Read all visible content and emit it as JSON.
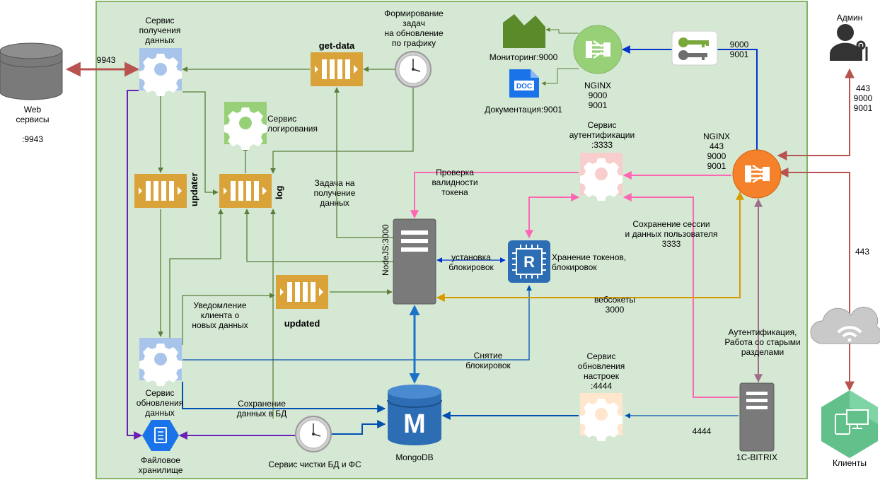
{
  "colors": {
    "zone_fill": "#d5e8d4",
    "zone_stroke": "#82b366",
    "queue": "#d9a33a",
    "gear_blue": "#a9c4eb",
    "gear_green": "#97d077",
    "gear_pink": "#f8cecc",
    "gear_peach": "#ffe6cc",
    "nginx_green": "#97d077",
    "nginx_orange": "#f5822a",
    "mongo": "#2c6db3",
    "redis": "#2c6db3",
    "server": "#7a7a7a",
    "red_arrow": "#b85450",
    "green_arrow": "#5a7f3a",
    "blue_arrow": "#0033cc",
    "navy_arrow": "#0050b0",
    "pink_arrow": "#ff66b2",
    "orange_arrow": "#d79b00",
    "purple_arrow": "#6a1fb5",
    "mauve_arrow": "#9d6f8a"
  },
  "icons": {
    "web": "database-icon",
    "gear": "gear-icon",
    "queue": "message-queue-icon",
    "clock": "clock-icon",
    "nginx": "load-balancer-icon",
    "keys": "keys-icon",
    "monitoring": "area-chart-icon",
    "doc": "document-icon",
    "admin": "admin-user-icon",
    "cloud": "cloud-wifi-icon",
    "clients": "devices-icon",
    "server": "server-icon",
    "redis": "redis-chip-icon",
    "mongo": "mongodb-icon",
    "storage": "file-storage-icon"
  },
  "labels": {
    "web_services": "Web\nсервисы\n\n:9943",
    "port_9943": "9943",
    "svc_get_data": "Сервис\nполучения\nданных",
    "scheduler": "Формирование\nзадач\nна обновление\nпо графику",
    "get_data": "get-data",
    "monitoring": "Мониторинг:9000",
    "documentation": "Документация:9001",
    "nginx_inner": "NGINX\n9000\n9001",
    "keys_ports": "9000\n9001",
    "admin": "Админ",
    "admin_ports": "443\n9000\n9001",
    "svc_logging": "Сервис\nлогирования",
    "svc_auth": "Сервис\nаутентификации\n:3333",
    "nginx_outer": "NGINX\n443\n9000\n9001",
    "updater": "updater",
    "log": "log",
    "fetch_task": "Задача на\nполучение\nданных",
    "check_token": "Проверка\nвалидности\nтокена",
    "node": "NodeJS:3000",
    "set_locks": "установка\nблокировок",
    "token_store": "Хранение токенов,\nблокировок",
    "save_session": "Сохранение сессии\nи данных пользователя\n3333",
    "port_443": "443",
    "notify": "Уведомление\nклиента о\nновых данных",
    "updated": "updated",
    "websockets": "вебсокеты\n3000",
    "auth_legacy": "Аутентификация,\nРабота со старыми\nразделами",
    "release_locks": "Снятие\nблокировок",
    "svc_update_data": "Сервис\nобновления\nданных",
    "save_db": "Сохранение\nданных в БД",
    "svc_settings": "Сервис\nобновления\nнастроек\n:4444",
    "port_4444": "4444",
    "bitrix": "1C-BITRIX",
    "file_storage": "Файловое\nхранилище",
    "cleanup": "Сервис чистки БД и ФС",
    "mongodb": "MongoDB",
    "clients": "Клиенты"
  }
}
